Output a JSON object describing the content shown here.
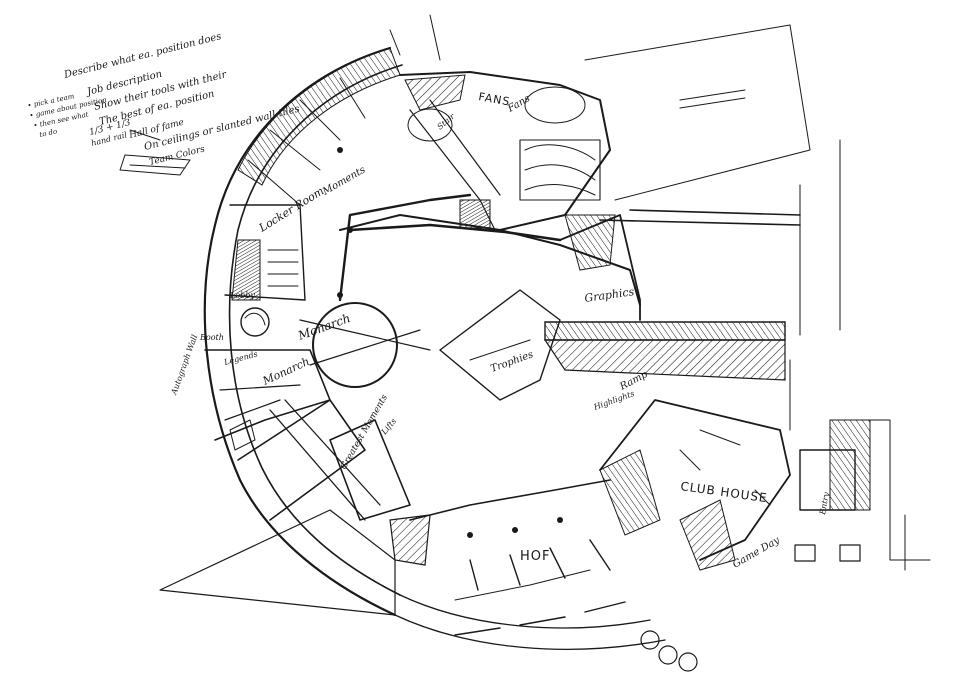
{
  "notes": {
    "line1": "Describe what ea. position does",
    "line2": "Job description",
    "line3": "Show their tools with their",
    "line4": "The best of ea. position",
    "line5": "Hall of fame",
    "line6": "On ceilings or slanted wall tiles",
    "line7": "Team Colors",
    "side1": "• pick a team",
    "side2": "• game about position",
    "side3": "• then see what",
    "side4": "to do",
    "ratio": "1/3 + 1/3",
    "ratio2": "hand rail"
  },
  "rooms": {
    "fans": "FANS",
    "fans2": "Fans",
    "locker_room": "Locker Room",
    "moments_upper": "Moments",
    "monarch_upper": "Monarch",
    "monarch_lower": "Monarch",
    "greatest_moments": "Greatest Moments",
    "trophies": "Trophies",
    "graphics": "Graphics",
    "club_house": "CLUB HOUSE",
    "hof": "HOF",
    "game_day": "Game Day",
    "ramp": "Ramp",
    "highlights": "Highlights",
    "legends": "Legends",
    "autograph": "Autograph Wall",
    "lobby": "Lobby",
    "booth": "Booth",
    "entry": "Entry",
    "stair": "Stair",
    "lifts": "Lifts"
  },
  "colors": {
    "ink": "#1a1a1a",
    "paper": "#ffffff"
  }
}
